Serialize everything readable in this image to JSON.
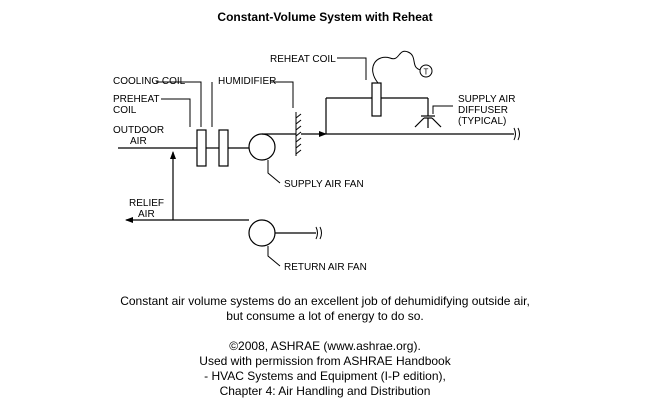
{
  "title": "Constant-Volume System with Reheat",
  "labels": {
    "cooling_coil": "COOLING COIL",
    "preheat_coil_line1": "PREHEAT",
    "preheat_coil_line2": "COIL",
    "outdoor_air_line1": "OUTDOOR",
    "outdoor_air_line2": "AIR",
    "humidifier": "HUMIDIFIER",
    "reheat_coil": "REHEAT COIL",
    "thermostat": "T",
    "supply_diffuser_line1": "SUPPLY AIR",
    "supply_diffuser_line2": "DIFFUSER",
    "supply_diffuser_line3": "(TYPICAL)",
    "supply_air_fan": "SUPPLY AIR FAN",
    "relief_air_line1": "RELIEF",
    "relief_air_line2": "AIR",
    "return_air_fan": "RETURN AIR FAN"
  },
  "caption": {
    "line1": "Constant air volume systems do an excellent job of dehumidifying outside air,",
    "line2": "but consume a lot of energy to do so.",
    "credit1": "©2008, ASHRAE (www.ashrae.org).",
    "credit2": "Used with permission from ASHRAE Handbook",
    "credit3": "- HVAC Systems and Equipment (I-P edition),",
    "credit4": "Chapter 4: Air Handling and Distribution"
  }
}
